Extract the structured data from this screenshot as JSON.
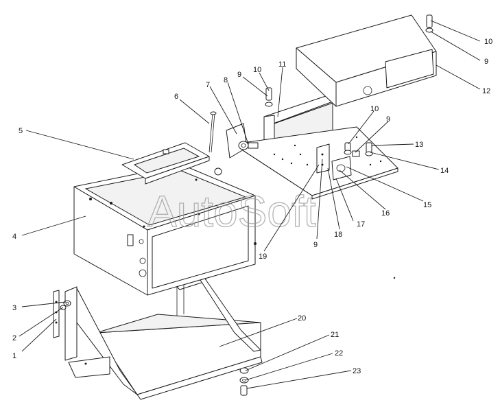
{
  "watermark": "AutoSoft",
  "callouts": [
    {
      "id": "c1",
      "label": "1"
    },
    {
      "id": "c2",
      "label": "2"
    },
    {
      "id": "c3",
      "label": "3"
    },
    {
      "id": "c4",
      "label": "4"
    },
    {
      "id": "c5",
      "label": "5"
    },
    {
      "id": "c6",
      "label": "6"
    },
    {
      "id": "c7",
      "label": "7"
    },
    {
      "id": "c8",
      "label": "8"
    },
    {
      "id": "c9a",
      "label": "9"
    },
    {
      "id": "c10a",
      "label": "10"
    },
    {
      "id": "c11",
      "label": "11"
    },
    {
      "id": "c10b",
      "label": "10"
    },
    {
      "id": "c9b",
      "label": "9"
    },
    {
      "id": "c12",
      "label": "12"
    },
    {
      "id": "c10c",
      "label": "10"
    },
    {
      "id": "c9c",
      "label": "9"
    },
    {
      "id": "c13",
      "label": "13"
    },
    {
      "id": "c14",
      "label": "14"
    },
    {
      "id": "c15",
      "label": "15"
    },
    {
      "id": "c16",
      "label": "16"
    },
    {
      "id": "c17",
      "label": "17"
    },
    {
      "id": "c18",
      "label": "18"
    },
    {
      "id": "c9d",
      "label": "9"
    },
    {
      "id": "c19",
      "label": "19"
    },
    {
      "id": "c20",
      "label": "20"
    },
    {
      "id": "c21",
      "label": "21"
    },
    {
      "id": "c22",
      "label": "22"
    },
    {
      "id": "c23",
      "label": "23"
    }
  ]
}
